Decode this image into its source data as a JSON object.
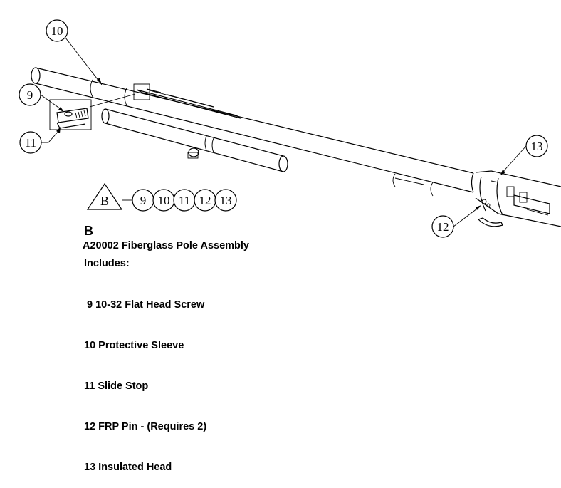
{
  "callouts": {
    "c9": "9",
    "c10": "10",
    "c11": "11",
    "c12": "12",
    "c13": "13"
  },
  "kit_symbol": {
    "letter": "B",
    "items": [
      "9",
      "10",
      "11",
      "12",
      "13"
    ]
  },
  "kit": {
    "letter": "B",
    "title": "A20002 Fiberglass Pole Assembly",
    "includes_label": "Includes:",
    "items": [
      " 9 10-32 Flat Head Screw",
      "10 Protective Sleeve",
      "11 Slide Stop",
      "12 FRP Pin - (Requires 2)",
      "13 Insulated Head"
    ]
  }
}
